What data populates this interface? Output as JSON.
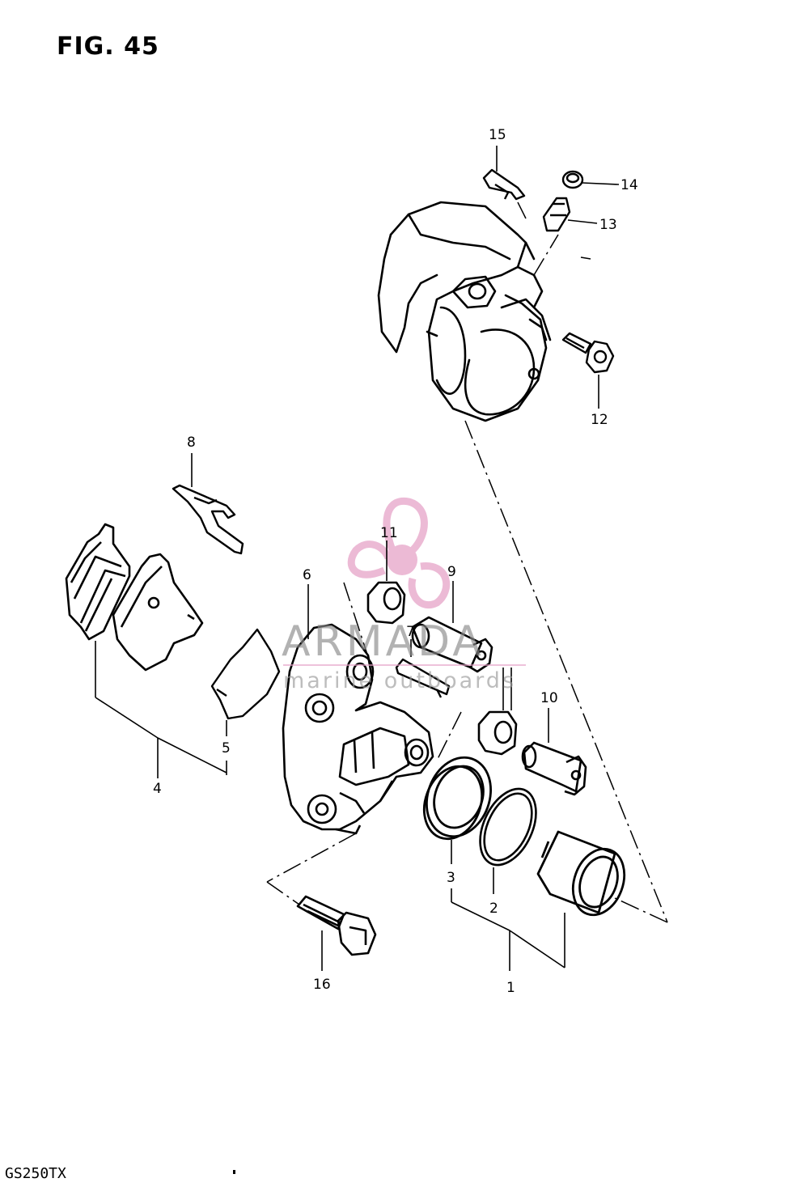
{
  "figure": {
    "title": "FIG. 45",
    "model": "GS250TX"
  },
  "callouts": [
    {
      "id": "1",
      "label": "1"
    },
    {
      "id": "2",
      "label": "2"
    },
    {
      "id": "3",
      "label": "3"
    },
    {
      "id": "4",
      "label": "4"
    },
    {
      "id": "5",
      "label": "5"
    },
    {
      "id": "6",
      "label": "6"
    },
    {
      "id": "7",
      "label": "7"
    },
    {
      "id": "8",
      "label": "8"
    },
    {
      "id": "9",
      "label": "9"
    },
    {
      "id": "10",
      "label": "10"
    },
    {
      "id": "11",
      "label": "11"
    },
    {
      "id": "12",
      "label": "12"
    },
    {
      "id": "13",
      "label": "13"
    },
    {
      "id": "14",
      "label": "14"
    },
    {
      "id": "15",
      "label": "15"
    },
    {
      "id": "16",
      "label": "16"
    }
  ],
  "watermark": {
    "brand": "ARMADA",
    "tagline": "marine outboards",
    "color": "#e6a3c8"
  }
}
